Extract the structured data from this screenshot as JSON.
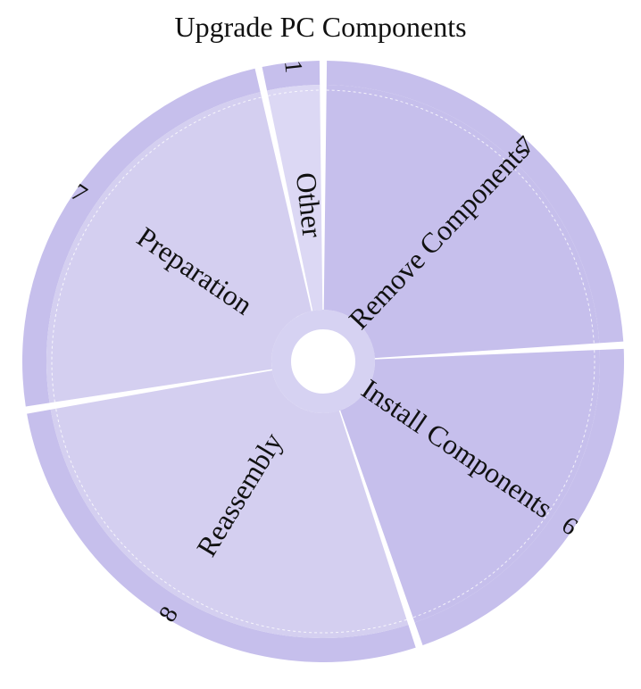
{
  "chart_data": {
    "type": "pie",
    "variant": "sunburst",
    "title": "Upgrade PC Components",
    "slices": [
      {
        "label": "Remove Components",
        "value": 7,
        "value_label": "7",
        "color": "#c6bfec"
      },
      {
        "label": "Install Components",
        "value": 6,
        "value_label": "6",
        "color": "#c6bfec"
      },
      {
        "label": "Reassembly",
        "value": 8,
        "value_label": "8",
        "color": "#d4cff0"
      },
      {
        "label": "Preparation",
        "value": 7,
        "value_label": "7",
        "color": "#d4cff0"
      },
      {
        "label": "Other",
        "value": 1,
        "value_label": "1",
        "color": "#dcd8f4"
      }
    ],
    "outer_ring_color": "#c6bfec",
    "grid": false
  }
}
